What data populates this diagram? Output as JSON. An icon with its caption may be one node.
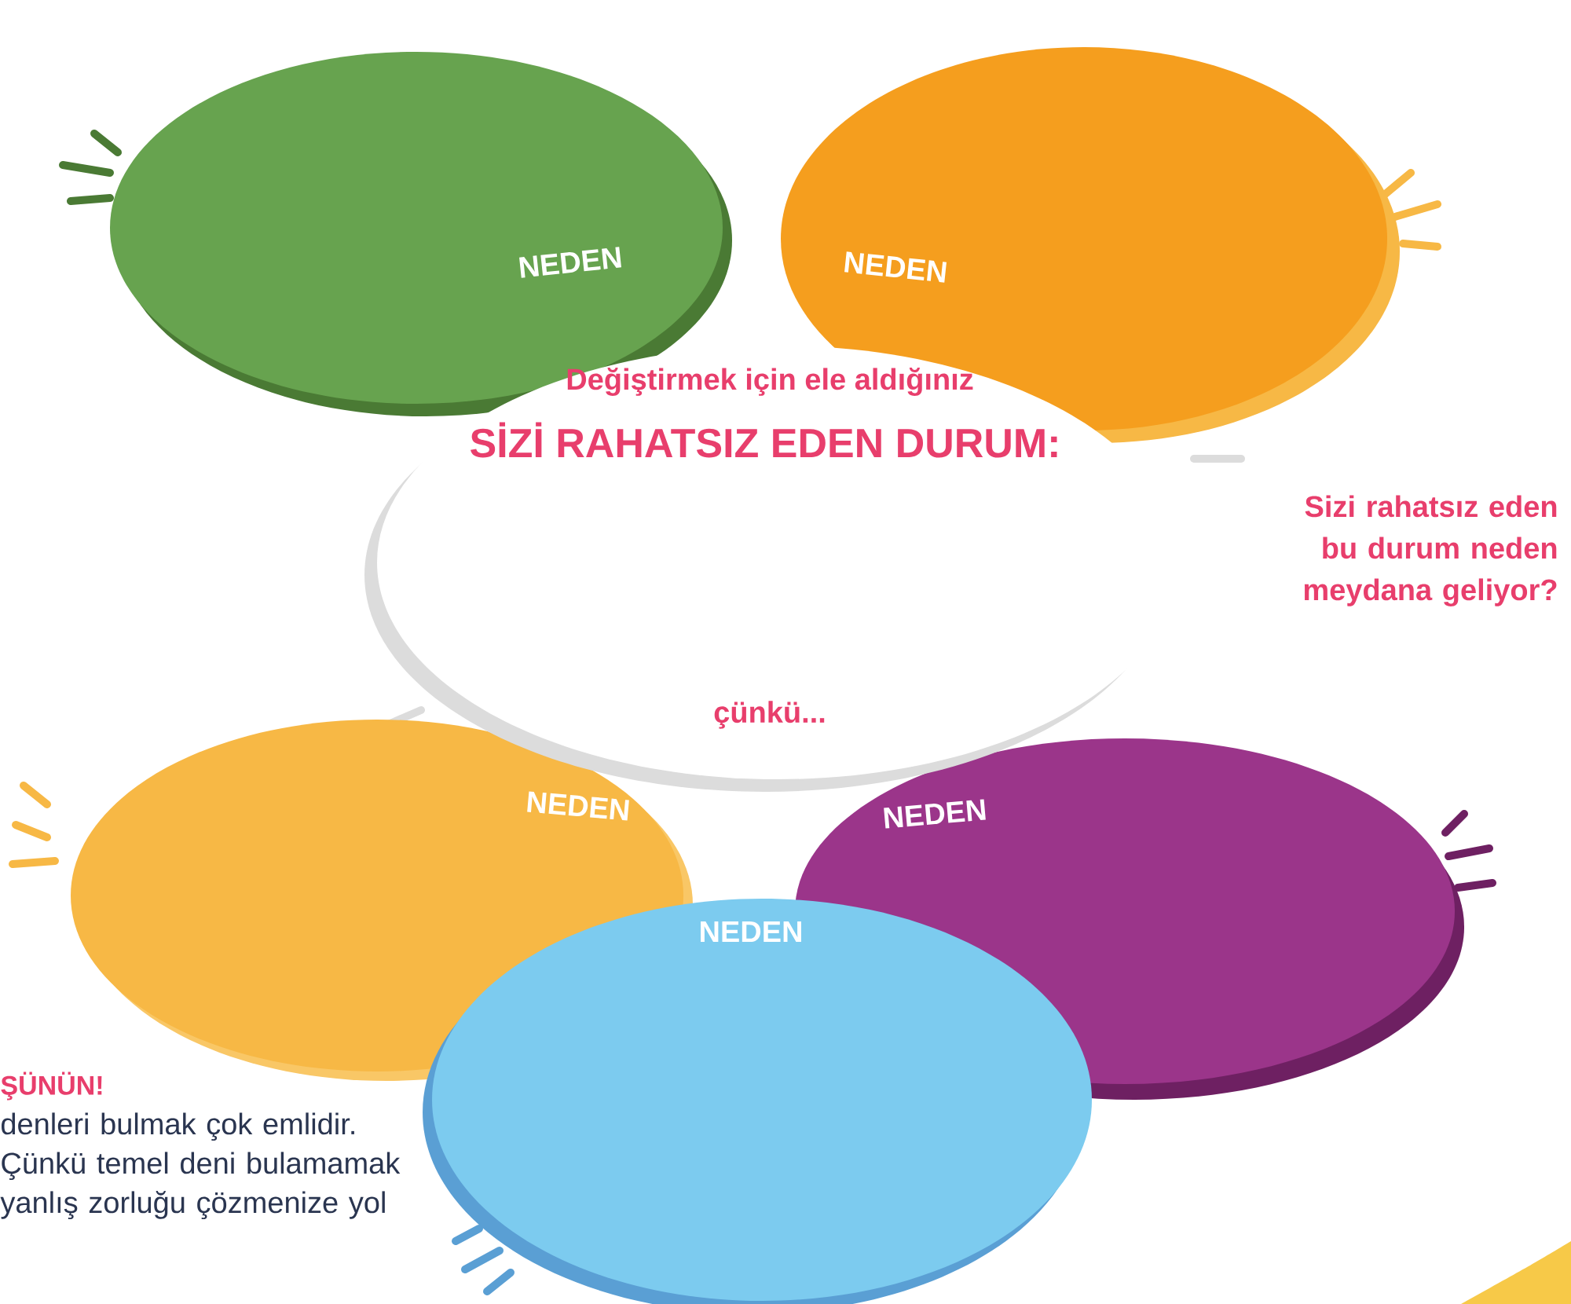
{
  "diagram": {
    "nodes": [
      {
        "text": [
          "NEDEN"
        ]
      },
      {
        "text": [
          "NEDEN"
        ]
      },
      {
        "text": [
          "Değiştirmek için ele aldığınız",
          "SİZİ RAHATSIZ EDEN DURUM:",
          "çünkü..."
        ]
      },
      {
        "text": [
          "NEDEN"
        ]
      },
      {
        "text": [
          "NEDEN"
        ]
      },
      {
        "text": [
          "NEDEN"
        ]
      }
    ],
    "edges": [],
    "labels": [
      "Sizi rahatsız eden bu durum neden meydana geliyor?",
      "ŞÜNÜN!",
      "denleri bulmak çok emlidir. Çünkü temel deni bulamamak yanlış zorluğu çözmenize yol"
    ]
  }
}
